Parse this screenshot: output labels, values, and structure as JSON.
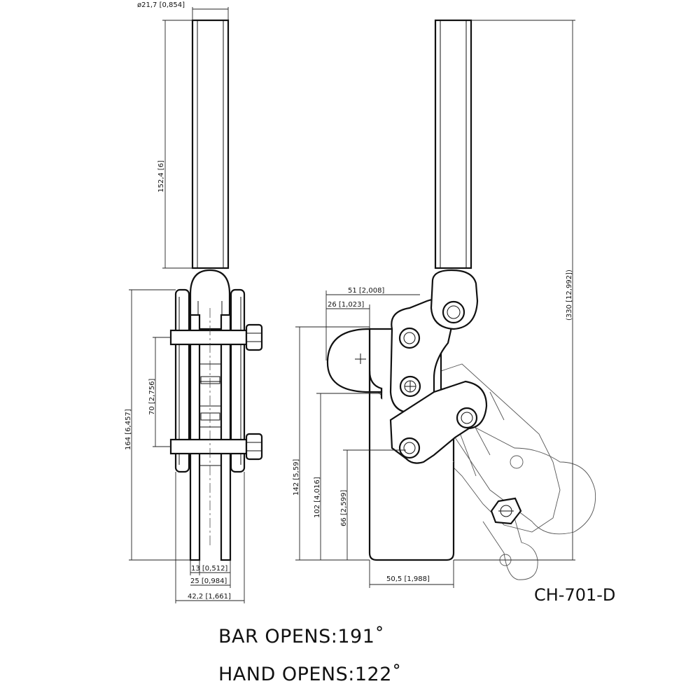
{
  "dimensions": {
    "diameter": "ø21,7 [0,854]",
    "handle_length": "152,4 [6]",
    "total_height": "(330 [12,992])",
    "d164": "164 [6,457]",
    "d70": "70 [2,756]",
    "d13": "13 [0,512]",
    "d25": "25 [0,984]",
    "d42": "42,2 [1,661]",
    "d51": "51 [2,008]",
    "d26": "26 [1,023]",
    "d142": "142 [5,59]",
    "d102": "102 [4,016]",
    "d66": "66 [2,599]",
    "d50": "50,5 [1,988]"
  },
  "model": "CH-701-D",
  "notes": {
    "bar_opens": "BAR OPENS:191˚",
    "hand_opens": "HAND OPENS:122˚"
  }
}
